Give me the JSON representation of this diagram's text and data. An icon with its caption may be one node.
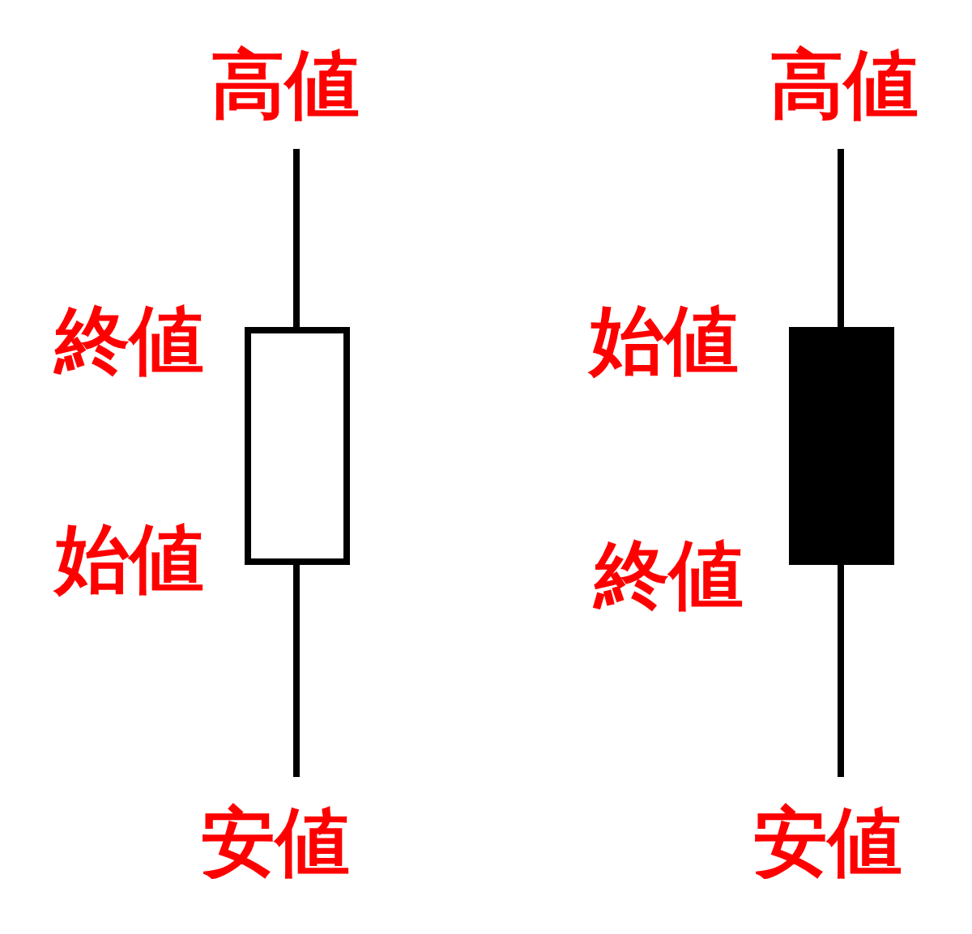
{
  "diagram": {
    "labels": [
      "高値",
      "高値",
      "終値",
      "始値",
      "始値",
      "終値",
      "安値",
      "安値"
    ]
  }
}
